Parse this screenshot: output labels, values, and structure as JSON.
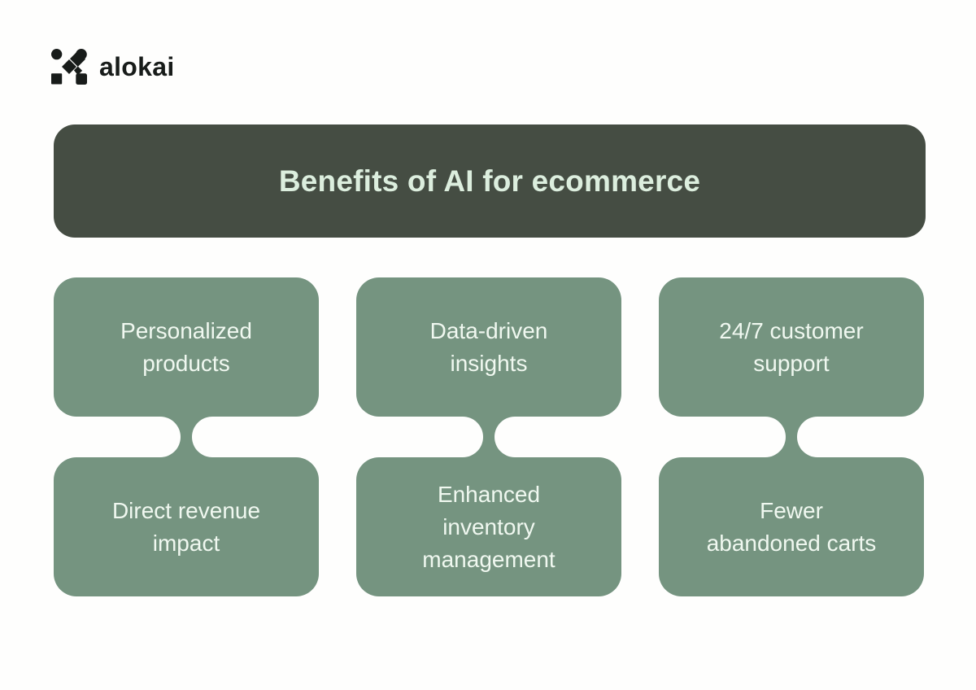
{
  "page": {
    "background": "#fefefd"
  },
  "logo": {
    "brand": "alokai",
    "icon": "alokai-mark-icon",
    "color": "#181c1a"
  },
  "banner": {
    "title": "Benefits of AI for ecommerce",
    "bg": "#454d43",
    "text_color": "#dceede"
  },
  "grid": {
    "card_bg": "#759480",
    "card_text_color": "#f0f8f0",
    "columns": [
      {
        "top": "Personalized\nproducts",
        "bottom": "Direct revenue\nimpact"
      },
      {
        "top": "Data-driven\ninsights",
        "bottom": "Enhanced\ninventory\nmanagement"
      },
      {
        "top": "24/7 customer\nsupport",
        "bottom": "Fewer\nabandoned carts"
      }
    ]
  }
}
